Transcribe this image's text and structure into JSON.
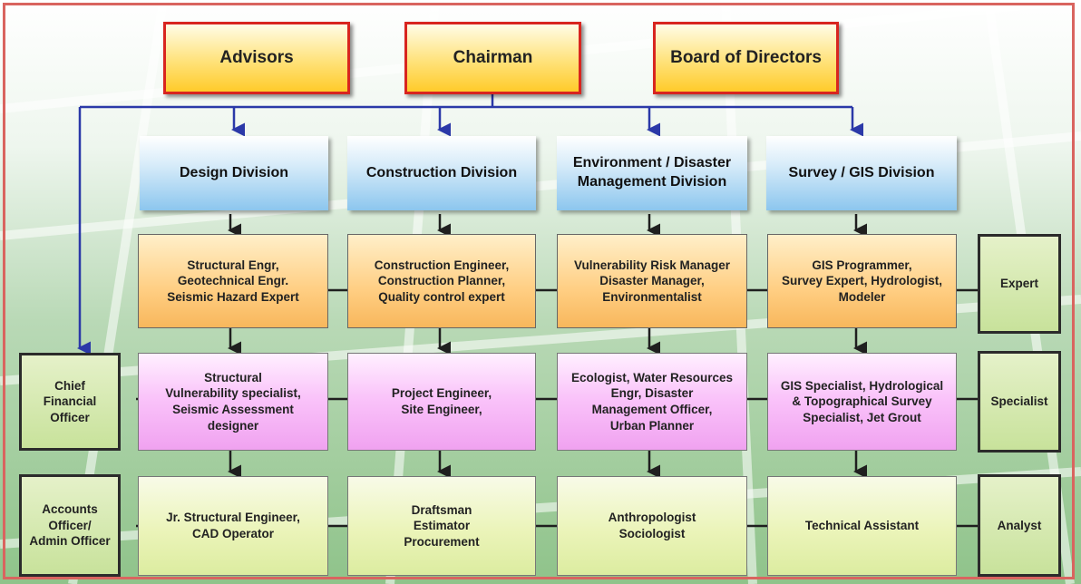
{
  "colors": {
    "frame": "#d9645f",
    "top_border": "#d8251f",
    "blue_connector": "#2b39a8",
    "black_connector": "#1f1f1f"
  },
  "top": {
    "advisors": "Advisors",
    "chairman": "Chairman",
    "board": "Board of Directors"
  },
  "divisions": {
    "design": "Design Division",
    "construction": "Construction Division",
    "environment": "Environment / Disaster\nManagement Division",
    "survey": "Survey / GIS Division"
  },
  "experts": {
    "design": "Structural Engr,\nGeotechnical Engr.\nSeismic Hazard Expert",
    "construction": "Construction Engineer,\nConstruction Planner,\nQuality control expert",
    "environment": "Vulnerability Risk Manager\nDisaster Manager,\nEnvironmentalist",
    "survey": "GIS Programmer,\nSurvey Expert, Hydrologist,\nModeler"
  },
  "specialists": {
    "design": "Structural\nVulnerability specialist,\nSeismic Assessment\ndesigner",
    "construction": "Project Engineer,\nSite Engineer,",
    "environment": "Ecologist, Water Resources\nEngr, Disaster\nManagement Officer,\nUrban Planner",
    "survey": "GIS Specialist, Hydrological\n& Topographical Survey\nSpecialist, Jet Grout"
  },
  "analysts": {
    "design": "Jr. Structural Engineer,\nCAD Operator",
    "construction": "Draftsman\nEstimator\nProcurement",
    "environment": "Anthropologist\nSociologist",
    "survey": "Technical Assistant"
  },
  "left": {
    "cfo": "Chief\nFinancial\nOfficer",
    "accounts": "Accounts\nOfficer/\nAdmin Officer"
  },
  "right": {
    "expert": "Expert",
    "specialist": "Specialist",
    "analyst": "Analyst"
  }
}
